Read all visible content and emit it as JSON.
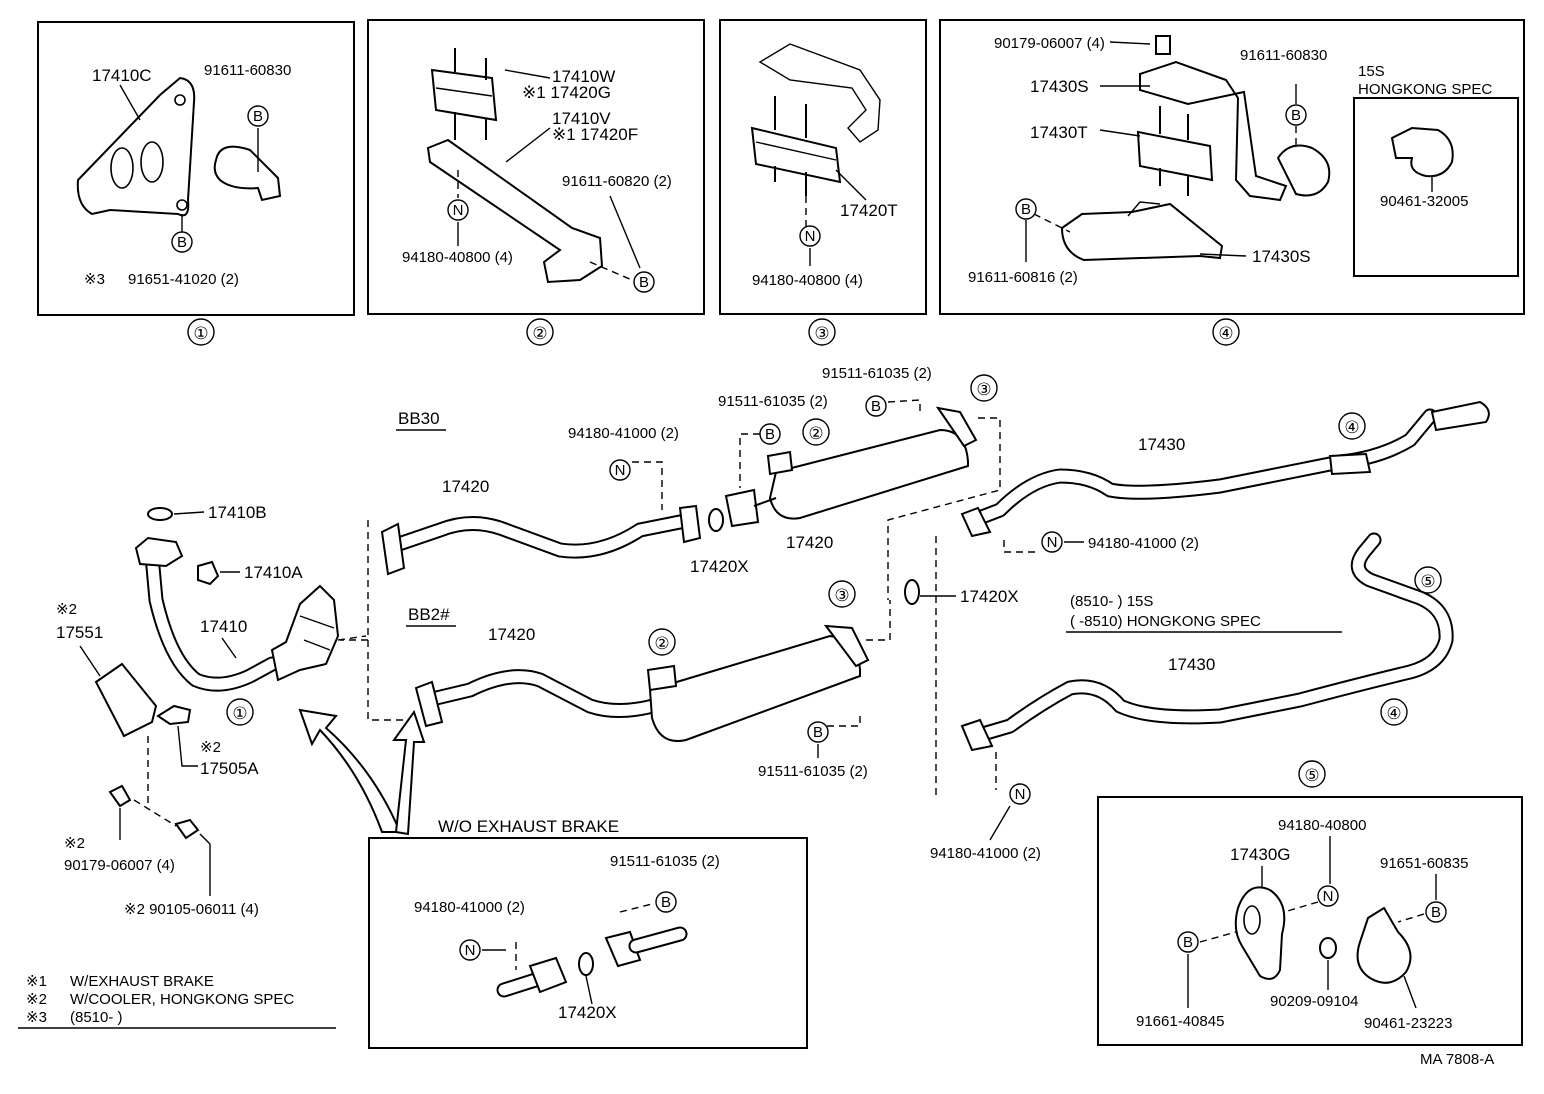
{
  "diagram": {
    "panels": {
      "p1": {
        "index": "①",
        "labels": [
          "17410C",
          "91611-60830",
          "※3",
          "91651-41020 (2)"
        ],
        "badges": [
          "B",
          "B"
        ]
      },
      "p2": {
        "index": "②",
        "labels": [
          "17410W",
          "※1 17420G",
          "17410V",
          "※1 17420F",
          "91611-60820 (2)",
          "94180-40800 (4)"
        ],
        "badges": [
          "N",
          "B"
        ]
      },
      "p3": {
        "index": "③",
        "labels": [
          "17420T",
          "94180-40800 (4)"
        ],
        "badges": [
          "N"
        ]
      },
      "p4": {
        "index": "④",
        "labels": [
          "90179-06007 (4)",
          "91611-60830",
          "17430S",
          "17430T",
          "17430S",
          "91611-60816 (2)"
        ],
        "badges": [
          "B",
          "B"
        ],
        "inset": {
          "title_1": "15S",
          "title_2": "HONGKONG SPEC",
          "part": "90461-32005"
        }
      },
      "p5": {
        "index": "⑤",
        "labels": [
          "94180-40800",
          "17430G",
          "91651-60835",
          "90209-09104",
          "91661-40845",
          "90461-23223"
        ],
        "badges": [
          "N",
          "B",
          "B"
        ]
      },
      "wo": {
        "title": "W/O EXHAUST BRAKE",
        "labels": [
          "91511-61035 (2)",
          "94180-41000 (2)",
          "17420X"
        ],
        "badges": [
          "B",
          "N"
        ]
      }
    },
    "main": {
      "bb30": "BB30",
      "bb2": "BB2#",
      "labels": {
        "l17420a": "17420",
        "l94180_a": "94180-41000 (2)",
        "l91511_a": "91511-61035 (2)",
        "l91511_b": "91511-61035 (2)",
        "l17420x_a": "17420X",
        "l17420b": "17420",
        "l17430a": "17430",
        "l94180_b": "94180-41000 (2)",
        "l17420x_b": "17420X",
        "spec1": "(8510-        ) 15S",
        "spec2": "(         -8510) HONGKONG SPEC",
        "l17430b": "17430",
        "l17420c": "17420",
        "l91511_c": "91511-61035 (2)",
        "l94180_c": "94180-41000 (2)",
        "l17410B": "17410B",
        "l17410A": "17410A",
        "l17410": "17410",
        "l17551a": "※2",
        "l17551b": "17551",
        "l17505a": "※2",
        "l17505b": "17505A",
        "l90179a": "※2",
        "l90179b": "90179-06007 (4)",
        "l90105": "※2 90105-06011 (4)"
      },
      "callouts": {
        "c2a": "②",
        "c3a": "③",
        "c4a": "④",
        "c3b": "③",
        "c2b": "②",
        "c1": "①",
        "c5": "⑤",
        "c4b": "④"
      }
    },
    "legend": [
      {
        "mark": "※1",
        "text": "W/EXHAUST BRAKE"
      },
      {
        "mark": "※2",
        "text": "W/COOLER, HONGKONG SPEC"
      },
      {
        "mark": "※3",
        "text": "(8510-        )"
      }
    ],
    "code": "MA 7808-A"
  }
}
